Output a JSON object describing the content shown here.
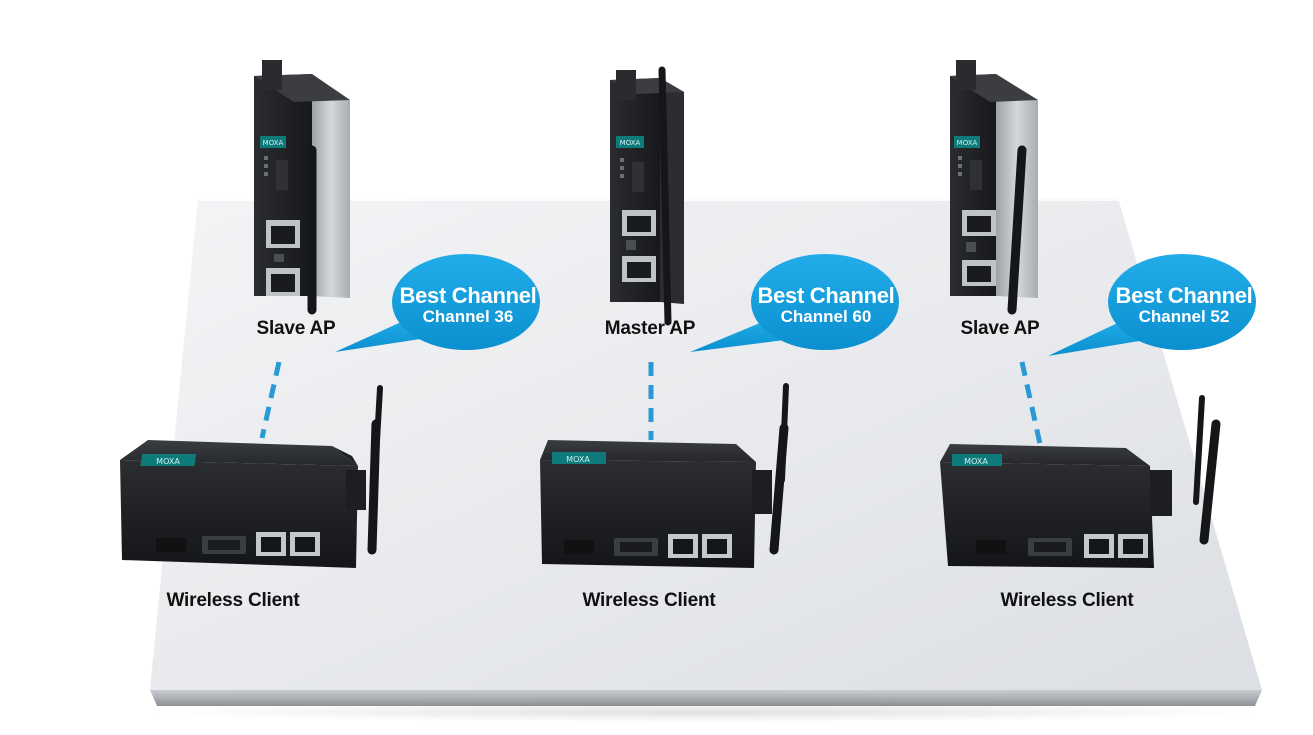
{
  "diagram": {
    "access_points": [
      {
        "label": "Slave AP",
        "brand": "MOXA"
      },
      {
        "label": "Master AP",
        "brand": "MOXA"
      },
      {
        "label": "Slave AP",
        "brand": "MOXA"
      }
    ],
    "bubbles": [
      {
        "title": "Best Channel",
        "channel": "Channel 36"
      },
      {
        "title": "Best Channel",
        "channel": "Channel 60"
      },
      {
        "title": "Best Channel",
        "channel": "Channel 52"
      }
    ],
    "clients": [
      {
        "label": "Wireless Client",
        "brand": "MOXA"
      },
      {
        "label": "Wireless Client",
        "brand": "MOXA"
      },
      {
        "label": "Wireless Client",
        "brand": "MOXA"
      }
    ]
  },
  "colors": {
    "bubble": "#139fdc",
    "link": "#2a9ad6",
    "platform": "#e9ebee",
    "device_body": "#1c1d20",
    "device_side": "#b9bcc0"
  }
}
